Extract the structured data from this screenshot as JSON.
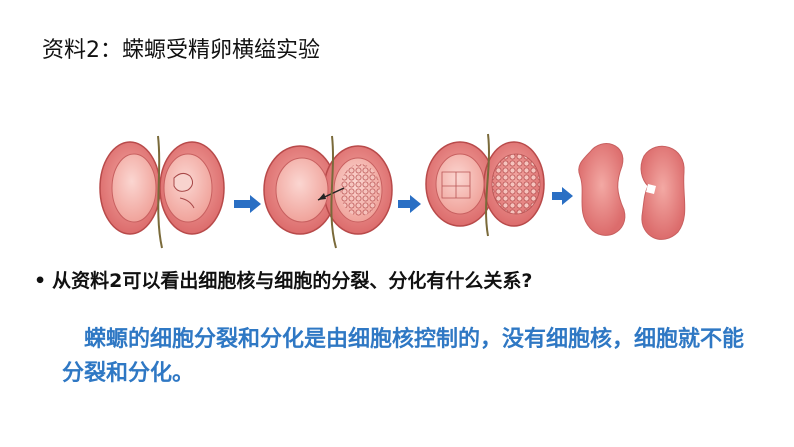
{
  "title": "资料2：蝾螈受精卵横缢实验",
  "question": {
    "bullet": "•",
    "text": "从资料2可以看出细胞核与细胞的分裂、分化有什么关系?"
  },
  "answer": {
    "text": "蝾螈的细胞分裂和分化是由细胞核控制的，没有细胞核，细胞就不能分裂和分化。"
  },
  "figure": {
    "stages": [
      "egg-constricted",
      "nucleus-moves",
      "one-side-divides",
      "embryo-halves"
    ],
    "colors": {
      "outer": "#e78585",
      "inner": "#f6bcb6",
      "outline": "#b84a4a",
      "arrow": "#2a6fc4",
      "thread": "#7a6a3a"
    }
  }
}
